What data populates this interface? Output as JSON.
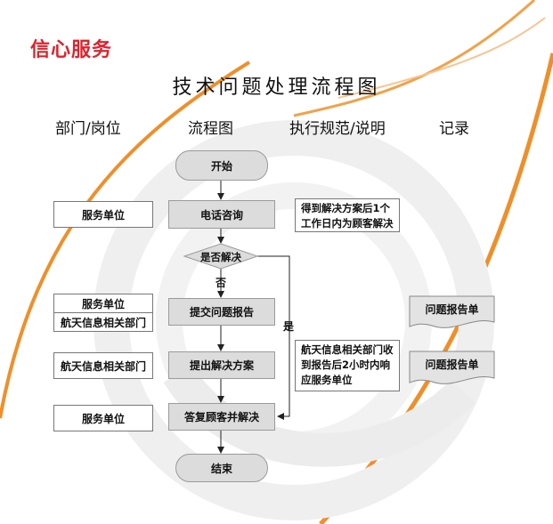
{
  "brand": "信心服务",
  "title": "技术问题处理流程图",
  "columns": {
    "department": "部门/岗位",
    "flowchart": "流程图",
    "spec": "执行规范/说明",
    "record": "记录"
  },
  "flow": {
    "start": "开始",
    "phone": "电话咨询",
    "decision": "是否解决",
    "no_label": "否",
    "yes_label": "是",
    "submit": "提交问题报告",
    "propose": "提出解决方案",
    "reply": "答复顾客并解决",
    "end": "结束"
  },
  "departments": {
    "d1": "服务单位",
    "d2a": "服务单位",
    "d2b": "航天信息相关部门",
    "d3": "航天信息相关部门",
    "d4": "服务单位"
  },
  "notes": {
    "note1_line1": "得到解决方案后1个",
    "note1_line2": "工作日内为顾客解决",
    "note2_line1": "航天信息相关部门收",
    "note2_line2": "到报告后2小时内响",
    "note2_line3": "应服务单位"
  },
  "records": {
    "r1": "问题报告单",
    "r2": "问题报告单"
  },
  "colors": {
    "brand_red": "#d8262f",
    "arc_orange": "#ef8f2a",
    "box_fill": "#dcdcdc"
  }
}
